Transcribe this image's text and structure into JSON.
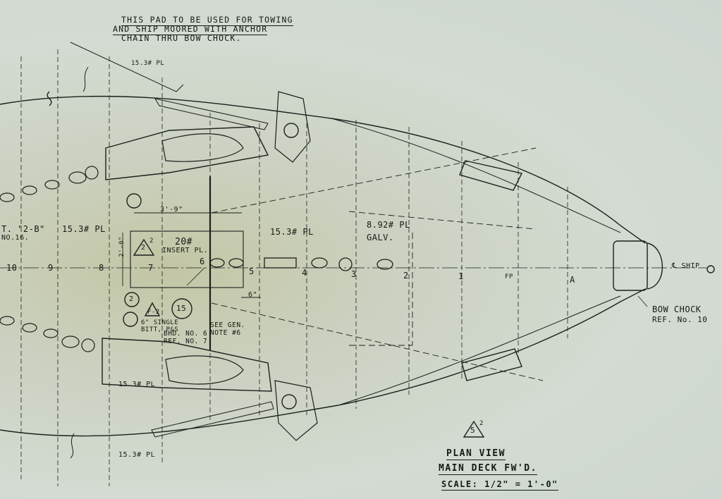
{
  "notes": {
    "pad_line1": "THIS PAD TO BE USED FOR TOWING",
    "pad_line2": "AND SHIP MOORED WITH ANCHOR",
    "pad_line3": "CHAIN THRU BOW CHOCK."
  },
  "plates": {
    "top_wing": "15.3# PL",
    "left_mid": "15.3# PL",
    "center": "15.3# PL",
    "galv_line1": "8.92# PL",
    "galv_line2": "GALV.",
    "lower_wing": "15.3# PL",
    "bottom": "15.3# PL"
  },
  "insert": {
    "weight": "20#",
    "label": "INSERT PL.",
    "width": "3'-9\"",
    "height": "2'-0\"",
    "offset": "6\""
  },
  "refs": {
    "partial_top": "T. \"2-B\"",
    "partial_no": "NO.16.",
    "triangle_mark": "2",
    "triangle_sup": "2",
    "circle_2": "2",
    "circle_15": "15",
    "f2_mark": "F-2",
    "bitt_line1": "6\" SINGLE",
    "bitt_line2": "BITT, P&S",
    "bhd_line1": "BHD. NO. 6",
    "bhd_line2": "REF. NO. 7",
    "see_line1": "SEE GEN.",
    "see_line2": "NOTE #6",
    "bow_chock_line1": "BOW CHOCK",
    "bow_chock_line2": "REF. No. 10",
    "ship_cl": "℄ SHIP"
  },
  "frames": [
    "10",
    "9",
    "8",
    "7",
    "6",
    "5",
    "4",
    "3",
    "2",
    "1",
    "FP",
    "A"
  ],
  "title_block": {
    "sheet_mark": "5",
    "sheet_sup": "2",
    "line1": "PLAN VIEW",
    "line2": "MAIN DECK FW'D.",
    "scale": "SCALE: 1/2\" = 1'-0\""
  },
  "colors": {
    "paper": "#d3dbd2",
    "ink": "#151a15",
    "stain": "#c3c6a4"
  }
}
